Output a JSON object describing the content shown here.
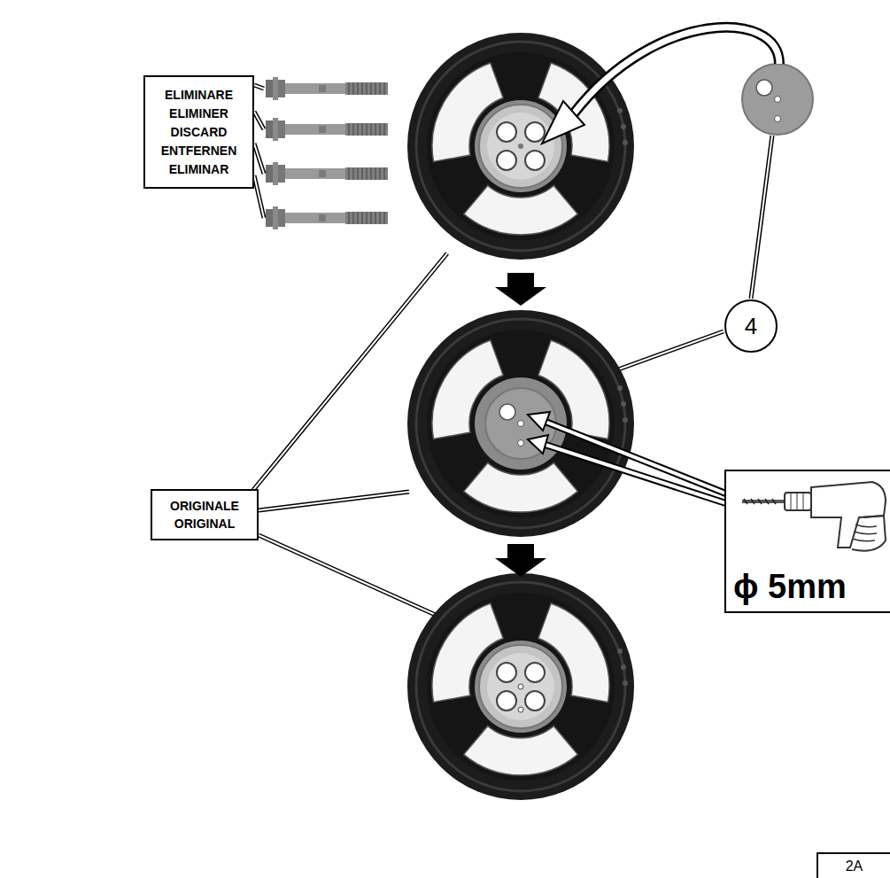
{
  "diagram": {
    "nodes": [
      {
        "text": [
          "ELIMINARE",
          "ELIMINER",
          "DISCARD",
          "ENTFERNEN",
          "ELIMINAR"
        ]
      },
      {
        "text": [
          "4"
        ]
      },
      {
        "text": [
          "ORIGINALE",
          "ORIGINAL"
        ]
      },
      {
        "text": [
          "ϕ 5mm"
        ]
      },
      {
        "text": [
          "2A"
        ]
      }
    ]
  }
}
